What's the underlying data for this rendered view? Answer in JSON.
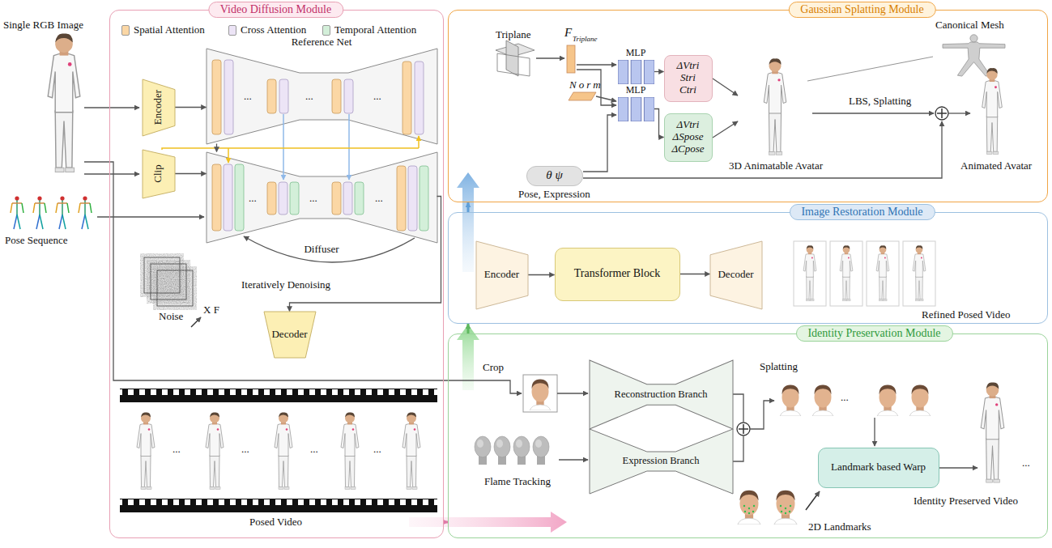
{
  "diagram": {
    "nodes": [
      {
        "text": [
          "Video Diffusion Module"
        ]
      },
      {
        "text": [
          "Encoder"
        ],
        "in": 0
      },
      {
        "text": [
          "Clip"
        ],
        "in": 0
      },
      {
        "text": [
          "Reference Net"
        ],
        "in": 0
      },
      {
        "text": [
          "Diffuser"
        ],
        "in": 0
      },
      {
        "text": [
          "Decoder"
        ],
        "in": 0
      },
      {
        "text": [
          "Gaussian Splatting Module"
        ]
      },
      {
        "text": [
          "MLP"
        ],
        "in": 6
      },
      {
        "text": [
          "MLP"
        ],
        "in": 6
      },
      {
        "text": [
          "ΔVtri",
          "Stri",
          "Ctri"
        ],
        "in": 6
      },
      {
        "text": [
          "ΔVtri",
          "ΔSpose",
          "ΔCpose"
        ],
        "in": 6
      },
      {
        "text": [
          "θ ψ"
        ],
        "in": 6
      },
      {
        "text": [
          "Image Restoration Module"
        ]
      },
      {
        "text": [
          "Encoder"
        ],
        "in": 12
      },
      {
        "text": [
          "Transformer Block"
        ],
        "in": 12
      },
      {
        "text": [
          "Decoder"
        ],
        "in": 12
      },
      {
        "text": [
          "Identity Preservation Module"
        ]
      },
      {
        "text": [
          "Reconstruction Branch"
        ],
        "in": 16
      },
      {
        "text": [
          "Expression Branch"
        ],
        "in": 16
      },
      {
        "text": [
          "Landmark based Warp"
        ],
        "in": 16
      }
    ],
    "edges": [
      {
        "from": 1,
        "to": 3,
        "arrow": "to"
      },
      {
        "from": 2,
        "to": 4,
        "arrow": "to"
      },
      {
        "from": 3,
        "to": 4,
        "arrow": "to"
      },
      {
        "from": 4,
        "to": 5,
        "arrow": "to"
      },
      {
        "from": 13,
        "to": 14,
        "arrow": "to"
      },
      {
        "from": 14,
        "to": 15,
        "arrow": "to"
      },
      {
        "from": 7,
        "to": 9,
        "arrow": "to"
      },
      {
        "from": 8,
        "to": 10,
        "arrow": "to"
      },
      {
        "from": 16,
        "to": 12,
        "arrow": "to"
      },
      {
        "from": 12,
        "to": 6,
        "arrow": "to"
      },
      {
        "from": 0,
        "to": 16,
        "arrow": "to"
      }
    ],
    "labels": [
      "Single RGB Image",
      "Pose Sequence",
      "Noise",
      "X F",
      "Iteratively Denoising",
      "Posed Video",
      "Triplane",
      "F",
      "Triplane",
      "Norm",
      "Pose, Expression",
      "Canonical Mesh",
      "3D Animatable Avatar",
      "LBS, Splatting",
      "Animated Avatar",
      "Refined Posed Video",
      "Crop",
      "Flame Tracking",
      "Splatting",
      "Identity Preserved Video",
      "2D Landmarks",
      "...",
      "...",
      "...",
      "...",
      "...",
      "...",
      "...",
      "...",
      "...",
      "...",
      "...",
      "..."
    ],
    "legend": [
      {
        "text": "Spatial Attention",
        "color": "#fbd7a5"
      },
      {
        "text": "Cross Attention",
        "color": "#ece4f6"
      },
      {
        "text": "Temporal Attention",
        "color": "#d3efd9"
      }
    ]
  }
}
